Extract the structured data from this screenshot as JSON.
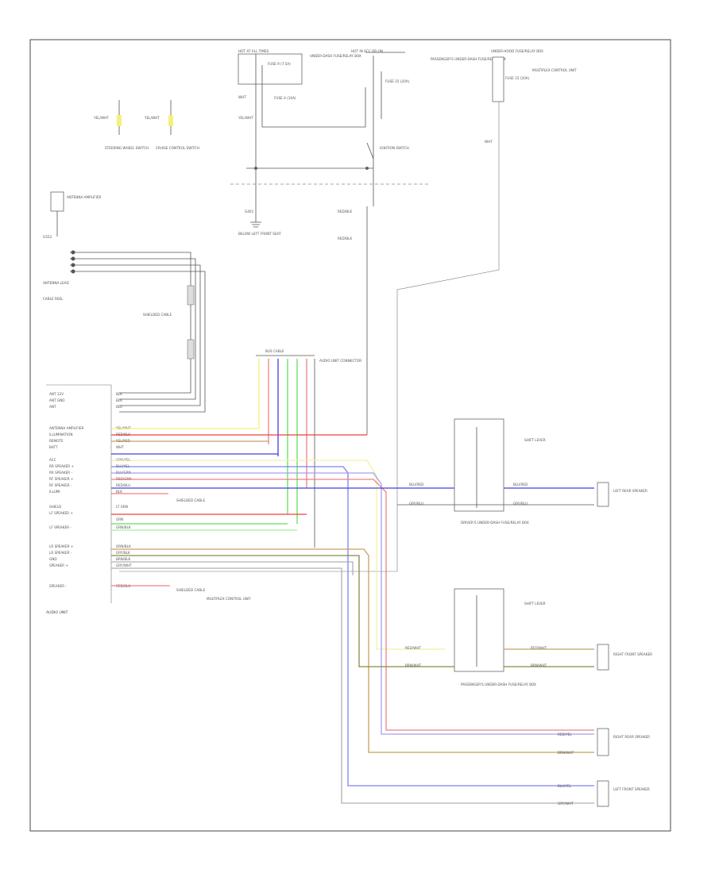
{
  "title": "",
  "page_number": "",
  "colors": {
    "yellow": "#f2f27a",
    "light_yellow": "#f5f0a0",
    "red": "#f04040",
    "pink": "#f08080",
    "blue": "#4040e0",
    "light_blue": "#8080f0",
    "green": "#60e060",
    "light_green": "#a0f0a0",
    "orange": "#f08020",
    "tan": "#c8a060",
    "olive": "#8a8a40",
    "gray": "#b0b0b0",
    "dark_gray": "#707070"
  },
  "top_components": {
    "fuse_box_label": "UNDER-DASH FUSE/RELAY BOX",
    "fuse_a": "FUSE 9 (7.5A)",
    "fuse_b": "FUSE 4 (10A)",
    "hot_note": "HOT AT ALL TIMES",
    "hot_note_2": "HOT IN ACC OR ON",
    "relay_box": "PASSENGER'S UNDER-DASH FUSE/RELAY BOX",
    "ignition": "IGNITION SWITCH",
    "ground_label": "G401",
    "ground_desc": "BELOW LEFT FRONT SEAT",
    "fuse_c": "FUSE 15 (20A)",
    "right_box": "UNDER-HOOD FUSE/RELAY BOX",
    "antenna_amp": "ANTENNA AMPLIFIER",
    "antenna_lead": "ANTENNA LEAD",
    "audio_unit": "AUDIO UNIT",
    "steering_switch_a": "STEERING WHEEL SWITCH",
    "steering_switch_b": "CRUISE CONTROL SWITCH",
    "cable_reel": "CABLE REEL",
    "mic_ground": "G552"
  },
  "connector": {
    "label": "AUDIO UNIT CONNECTOR",
    "header": "BUS CABLE"
  },
  "pins": [
    "ANT 12V",
    "ANT GND",
    "ANT",
    "ANTENNA AMPLIFIER",
    "ILLUMINATION",
    "REMOTE",
    "BATT",
    "ACC",
    "RR SPEAKER +",
    "RR SPEAKER -",
    "RF SPEAKER +",
    "RF SPEAKER -",
    "ILLUMI",
    "SHIELD",
    "LF SPEAKER +",
    "LF SPEAKER -",
    "LR SPEAKER +",
    "LR SPEAKER -",
    "GND",
    "SPEAKER +",
    "SPEAKER -"
  ],
  "pin_wire_labels": [
    "BLK",
    "BLK",
    "BLU",
    "YEL/WHT",
    "RED/BLK",
    "YEL/RED",
    "WHT",
    "GRN/YEL",
    "BLU/YEL",
    "BLU/GRN",
    "RED/GRN",
    "RED/BLU",
    "BLK",
    "LT GRN",
    "GRN",
    "GRN/BLK",
    "ORN/BLK",
    "GRY/BLK",
    "BRN/BLK",
    "GRY/WHT",
    "RED/BLK"
  ],
  "notes": {
    "shield_note": "SHIELDED CABLE",
    "shield_note_2": "SHIELDED CABLE",
    "multiplex": "MULTIPLEX CONTROL UNIT"
  },
  "speakers": {
    "sp1_wire_in": "BLU/RED",
    "sp1_wire_out": "BLU/RED",
    "sp1_wire_gnd": "GRY/BLU",
    "sp1_label": "LEFT REAR SPEAKER",
    "sp1_junction": "DRIVER'S UNDER-DASH FUSE/RELAY BOX",
    "sp2_wire_in": "RED/WHT",
    "sp2_wire_gnd": "BRN/WHT",
    "sp2_label": "RIGHT FRONT SPEAKER",
    "sp2_junction": "PASSENGER'S UNDER-DASH FUSE/RELAY BOX",
    "sp3_wire_in": "RED/YEL",
    "sp3_wire_gnd": "BRN/WHT",
    "sp3_label": "RIGHT REAR SPEAKER",
    "sp4_wire_in": "BLU/YEL",
    "sp4_wire_gnd": "GRY/WHT",
    "sp4_label": "LEFT FRONT SPEAKER",
    "shift_lever": "SHIFT LEVER"
  }
}
